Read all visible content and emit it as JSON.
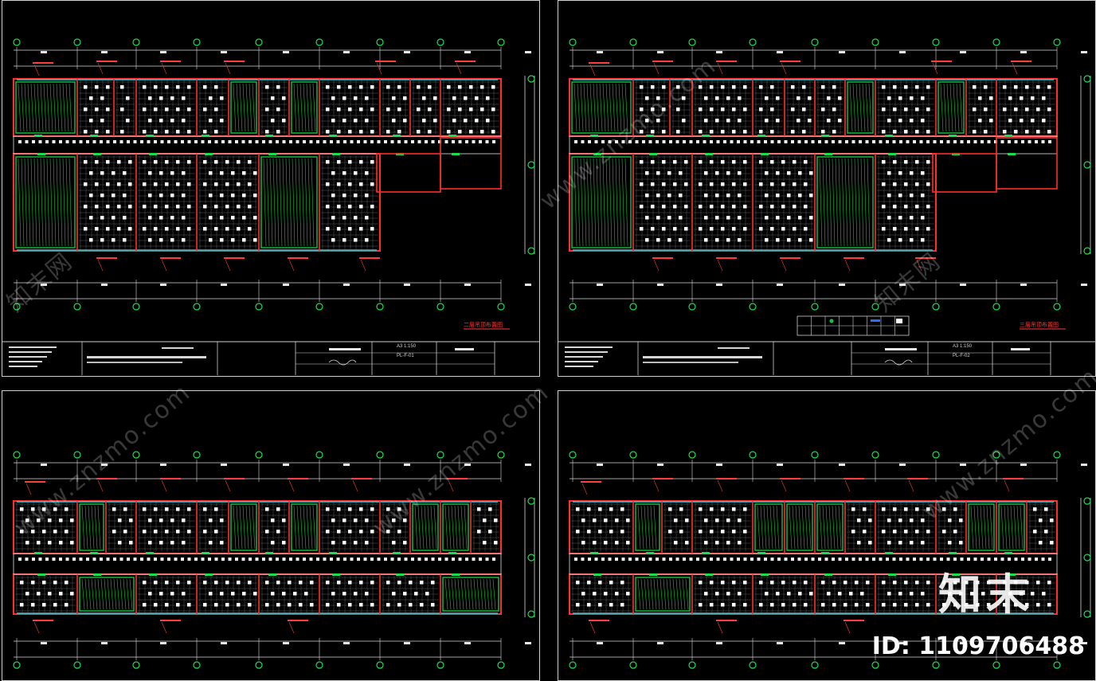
{
  "app": {
    "title": "CAD 吊顶平面图 (4 视口)"
  },
  "colors": {
    "background": "#000000",
    "wall": "#ff2d2d",
    "grid_line": "#ffffff",
    "axis_bubble": "#16e04a",
    "hatch_green": "#16c43a",
    "glass": "#1dd3e0",
    "text_white": "#e8e8e8"
  },
  "viewports": [
    {
      "id": "vp1",
      "plan_title": "二层吊顶布置图",
      "titleblock": {
        "scale": "A3  1:150",
        "sheet": "PL-F-01"
      }
    },
    {
      "id": "vp2",
      "plan_title": "三层吊顶布置图",
      "titleblock": {
        "scale": "A3  1:150",
        "sheet": "PL-F-02"
      },
      "legend": [
        "",
        "",
        "",
        "",
        "",
        "",
        "",
        ""
      ]
    },
    {
      "id": "vp3",
      "plan_title": ""
    },
    {
      "id": "vp4",
      "plan_title": ""
    }
  ],
  "watermark": {
    "text_site": "www.znzmo.com",
    "text_cn": "知末网",
    "brand_mark": "知末",
    "id_label": "ID: 1109706488"
  }
}
